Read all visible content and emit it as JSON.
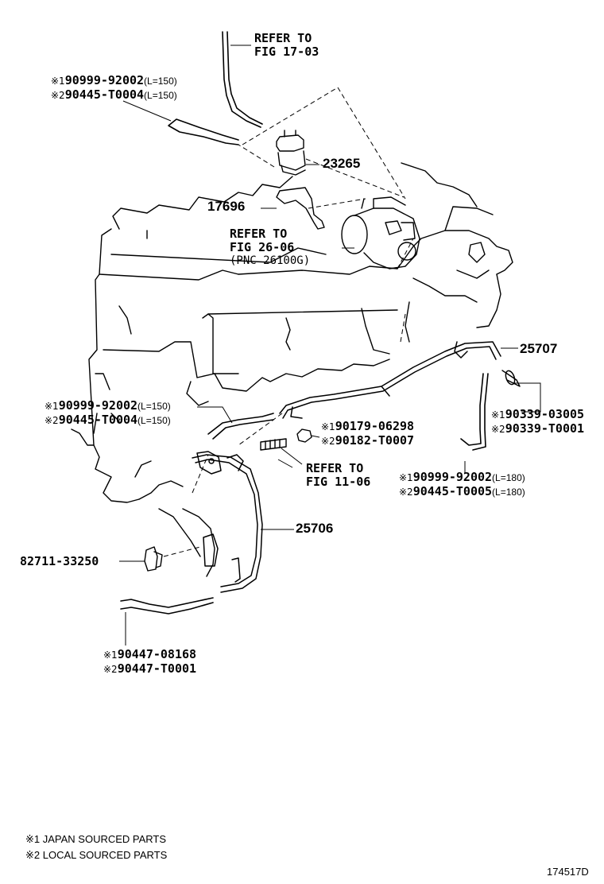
{
  "marks": {
    "m1": "※1",
    "m2": "※2"
  },
  "refs": {
    "r1703": [
      "REFER TO",
      "FIG 17-03"
    ],
    "r2606": [
      "REFER TO",
      "FIG 26-06",
      "(PNC 26100G)"
    ],
    "r1106": [
      "REFER TO",
      "FIG 11-06"
    ]
  },
  "parts": {
    "p23265": "23265",
    "p17696": "17696",
    "p25707": "25707",
    "p25706": "25706",
    "p8271133250": "82711-33250"
  },
  "hoses": {
    "top_a": {
      "pn": "90999-92002",
      "len": "(L=150)"
    },
    "top_b": {
      "pn": "90445-T0004",
      "len": "(L=150)"
    },
    "mid_a": {
      "pn": "90999-92002",
      "len": "(L=150)"
    },
    "mid_b": {
      "pn": "90445-T0004",
      "len": "(L=150)"
    },
    "right_a": {
      "pn": "90999-92002",
      "len": "(L=180)"
    },
    "right_b": {
      "pn": "90445-T0005",
      "len": "(L=180)"
    },
    "clip_a": {
      "pn": "90339-03005"
    },
    "clip_b": {
      "pn": "90339-T0001"
    },
    "bolt_a": {
      "pn": "90179-06298"
    },
    "bolt_b": {
      "pn": "90182-T0007"
    },
    "bottom_a": {
      "pn": "90447-08168"
    },
    "bottom_b": {
      "pn": "90447-T0001"
    }
  },
  "legend": {
    "l1": "※1 JAPAN SOURCED PARTS",
    "l2": "※2 LOCAL SOURCED PARTS"
  },
  "figure_id": "174517D"
}
